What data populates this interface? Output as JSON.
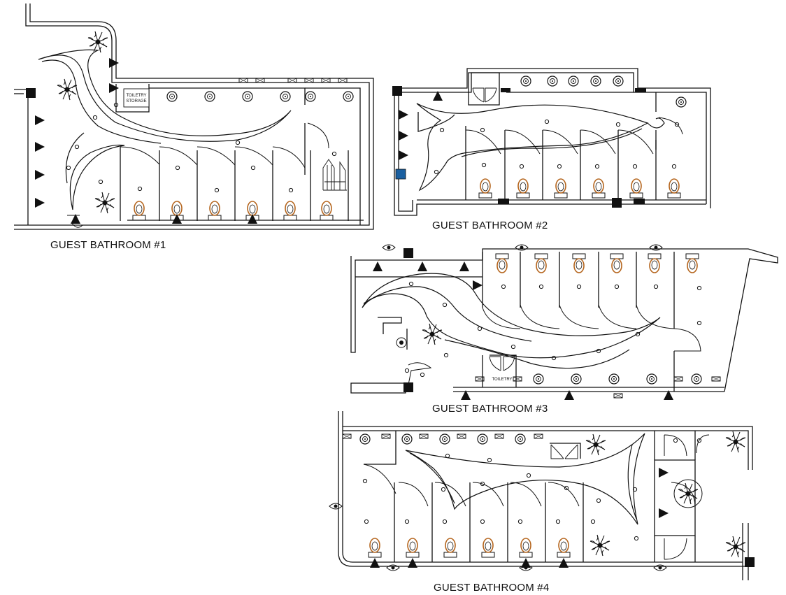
{
  "drawing": {
    "plans": [
      {
        "id": "plan-1",
        "caption": "GUEST BATHROOM #1",
        "storage_label": [
          "TOILETRY",
          "STORAGE"
        ]
      },
      {
        "id": "plan-2",
        "caption": "GUEST BATHROOM #2"
      },
      {
        "id": "plan-3",
        "caption": "GUEST BATHROOM #3"
      },
      {
        "id": "plan-4",
        "caption": "GUEST BATHROOM #4"
      }
    ]
  },
  "icons": {
    "sink": "sink-icon",
    "toilet": "toilet-icon",
    "plant": "plant-icon",
    "light": "ceiling-light-icon",
    "speaker": "speaker-triangle-icon",
    "column": "column-icon",
    "door": "door-swing-icon"
  },
  "colors": {
    "line": "#111111",
    "fixture": "#b5651d",
    "accent": "#1a5fa0"
  }
}
